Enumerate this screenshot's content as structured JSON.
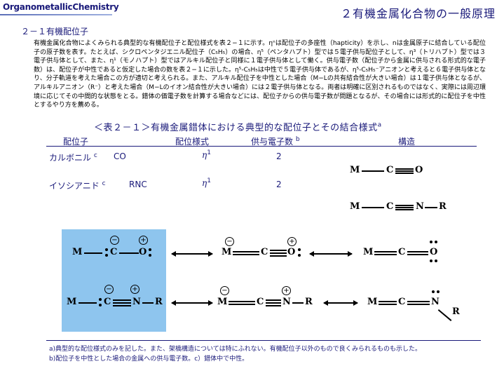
{
  "header": {
    "brand": "OrganometallicChemistry",
    "title": "２有機金属化合物の一般原理"
  },
  "section_title": "２－１有機配位子",
  "body_text": "有機金属化合物によくみられる典型的な有機配位子と配位様式を表２−１に示す。ηⁿは配位子の多座性（hapticity）を示し、nは金属原子に結合している配位子の原子数を表す。たとえば、シクロペンタジエニル配位子（C₅H₅）の場合、η⁵（ペンタハプト）型では５電子供与配位子として、η³（トリハプト）型では３電子供与体として、また、η¹（モノハプト）型ではアルキル配位子と同様に１電子供与体として働く。供与電子数（配位子から金属に供与される形式的な電子数）は、配位子が中性であると仮定した場合の数を表２−１に示した。η⁵-C₅H₅は中性で５電子供与体であるが、η⁵-C₅H₅⁻アニオンと考えると６電子供与体となり、分子軌道を考えた場合この方が適切と考えられる。また、アルキル配位子を中性とした場合（M−Lの共有結合性が大きい場合）は１電子供与体となるが、アルキルアニオン（R⁻）と考えた場合（M−Lのイオン結合性が大きい場合）には２電子供与体となる。両者は明確に区別されるものではなく、実際には周辺環境に応じてその中間的な状態をとる。錯体の価電子数を計算する場合などには、配位子からの供与電子数が問題となるが、その場合には形式的に配位子を中性とするやり方を薦める。",
  "table": {
    "title": "＜表２－１＞有機金属錯体における典型的な配位子とその結合様式",
    "title_sup": "a",
    "headers": {
      "ligand": "配位子",
      "mode": "配位様式",
      "electrons": "供与電子数",
      "electrons_sup": "b",
      "structure": "構造"
    },
    "rows": [
      {
        "name": "カルボニル",
        "sup": "c",
        "formula": "CO",
        "eta": "η",
        "hapt": "1",
        "electrons": "2"
      },
      {
        "name": "イソシアニド",
        "sup": "c",
        "formula": "RNC",
        "eta": "η",
        "hapt": "1",
        "electrons": "2"
      }
    ]
  },
  "atoms": {
    "M": "M",
    "C": "C",
    "O": "O",
    "N": "N",
    "R": "R"
  },
  "charges": {
    "minus": "−",
    "plus": "+"
  },
  "footnotes": [
    "a)典型的な配位様式のみを記した。また、架橋構造については特にふれない。有機配位子以外のもので良くみられるものも示した。",
    "b)配位子を中性とした場合の金属への供与電子数。c）錯体中で中性。"
  ]
}
